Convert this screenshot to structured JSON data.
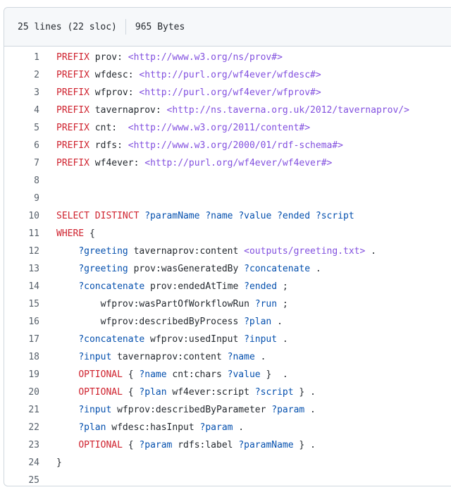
{
  "file_header": {
    "lines_label": "25 lines (22 sloc)",
    "size_label": "965 Bytes"
  },
  "code_lines": [
    {
      "n": "1",
      "tokens": [
        {
          "t": "PREFIX",
          "c": "kw"
        },
        {
          "t": " prov: "
        },
        {
          "t": "<http://www.w3.org/ns/prov#>",
          "c": "iri"
        }
      ]
    },
    {
      "n": "2",
      "tokens": [
        {
          "t": "PREFIX",
          "c": "kw"
        },
        {
          "t": " wfdesc: "
        },
        {
          "t": "<http://purl.org/wf4ever/wfdesc#>",
          "c": "iri"
        }
      ]
    },
    {
      "n": "3",
      "tokens": [
        {
          "t": "PREFIX",
          "c": "kw"
        },
        {
          "t": " wfprov: "
        },
        {
          "t": "<http://purl.org/wf4ever/wfprov#>",
          "c": "iri"
        }
      ]
    },
    {
      "n": "4",
      "tokens": [
        {
          "t": "PREFIX",
          "c": "kw"
        },
        {
          "t": " tavernaprov: "
        },
        {
          "t": "<http://ns.taverna.org.uk/2012/tavernaprov/>",
          "c": "iri"
        }
      ]
    },
    {
      "n": "5",
      "tokens": [
        {
          "t": "PREFIX",
          "c": "kw"
        },
        {
          "t": " cnt:  "
        },
        {
          "t": "<http://www.w3.org/2011/content#>",
          "c": "iri"
        }
      ]
    },
    {
      "n": "6",
      "tokens": [
        {
          "t": "PREFIX",
          "c": "kw"
        },
        {
          "t": " rdfs: "
        },
        {
          "t": "<http://www.w3.org/2000/01/rdf-schema#>",
          "c": "iri"
        }
      ]
    },
    {
      "n": "7",
      "tokens": [
        {
          "t": "PREFIX",
          "c": "kw"
        },
        {
          "t": " wf4ever: "
        },
        {
          "t": "<http://purl.org/wf4ever/wf4ever#>",
          "c": "iri"
        }
      ]
    },
    {
      "n": "8",
      "tokens": []
    },
    {
      "n": "9",
      "tokens": []
    },
    {
      "n": "10",
      "tokens": [
        {
          "t": "SELECT DISTINCT",
          "c": "kw"
        },
        {
          "t": " "
        },
        {
          "t": "?paramName",
          "c": "var"
        },
        {
          "t": " "
        },
        {
          "t": "?name",
          "c": "var"
        },
        {
          "t": " "
        },
        {
          "t": "?value",
          "c": "var"
        },
        {
          "t": " "
        },
        {
          "t": "?ended",
          "c": "var"
        },
        {
          "t": " "
        },
        {
          "t": "?script",
          "c": "var"
        }
      ]
    },
    {
      "n": "11",
      "tokens": [
        {
          "t": "WHERE",
          "c": "kw"
        },
        {
          "t": " {"
        }
      ]
    },
    {
      "n": "12",
      "tokens": [
        {
          "t": "    "
        },
        {
          "t": "?greeting",
          "c": "var"
        },
        {
          "t": " tavernaprov:content "
        },
        {
          "t": "<outputs/greeting.txt>",
          "c": "iri"
        },
        {
          "t": " ."
        }
      ]
    },
    {
      "n": "13",
      "tokens": [
        {
          "t": "    "
        },
        {
          "t": "?greeting",
          "c": "var"
        },
        {
          "t": " prov:wasGeneratedBy "
        },
        {
          "t": "?concatenate",
          "c": "var"
        },
        {
          "t": " ."
        }
      ]
    },
    {
      "n": "14",
      "tokens": [
        {
          "t": "    "
        },
        {
          "t": "?concatenate",
          "c": "var"
        },
        {
          "t": " prov:endedAtTime "
        },
        {
          "t": "?ended",
          "c": "var"
        },
        {
          "t": " ;"
        }
      ]
    },
    {
      "n": "15",
      "tokens": [
        {
          "t": "        wfprov:wasPartOfWorkflowRun "
        },
        {
          "t": "?run",
          "c": "var"
        },
        {
          "t": " ;"
        }
      ]
    },
    {
      "n": "16",
      "tokens": [
        {
          "t": "        wfprov:describedByProcess "
        },
        {
          "t": "?plan",
          "c": "var"
        },
        {
          "t": " ."
        }
      ]
    },
    {
      "n": "17",
      "tokens": [
        {
          "t": "    "
        },
        {
          "t": "?concatenate",
          "c": "var"
        },
        {
          "t": " wfprov:usedInput "
        },
        {
          "t": "?input",
          "c": "var"
        },
        {
          "t": " ."
        }
      ]
    },
    {
      "n": "18",
      "tokens": [
        {
          "t": "    "
        },
        {
          "t": "?input",
          "c": "var"
        },
        {
          "t": " tavernaprov:content "
        },
        {
          "t": "?name",
          "c": "var"
        },
        {
          "t": " ."
        }
      ]
    },
    {
      "n": "19",
      "tokens": [
        {
          "t": "    "
        },
        {
          "t": "OPTIONAL",
          "c": "kw"
        },
        {
          "t": " { "
        },
        {
          "t": "?name",
          "c": "var"
        },
        {
          "t": " cnt:chars "
        },
        {
          "t": "?value",
          "c": "var"
        },
        {
          "t": " }  ."
        }
      ]
    },
    {
      "n": "20",
      "tokens": [
        {
          "t": "    "
        },
        {
          "t": "OPTIONAL",
          "c": "kw"
        },
        {
          "t": " { "
        },
        {
          "t": "?plan",
          "c": "var"
        },
        {
          "t": " wf4ever:script "
        },
        {
          "t": "?script",
          "c": "var"
        },
        {
          "t": " } ."
        }
      ]
    },
    {
      "n": "21",
      "tokens": [
        {
          "t": "    "
        },
        {
          "t": "?input",
          "c": "var"
        },
        {
          "t": " wfprov:describedByParameter "
        },
        {
          "t": "?param",
          "c": "var"
        },
        {
          "t": " ."
        }
      ]
    },
    {
      "n": "22",
      "tokens": [
        {
          "t": "    "
        },
        {
          "t": "?plan",
          "c": "var"
        },
        {
          "t": " wfdesc:hasInput "
        },
        {
          "t": "?param",
          "c": "var"
        },
        {
          "t": " ."
        }
      ]
    },
    {
      "n": "23",
      "tokens": [
        {
          "t": "    "
        },
        {
          "t": "OPTIONAL",
          "c": "kw"
        },
        {
          "t": " { "
        },
        {
          "t": "?param",
          "c": "var"
        },
        {
          "t": " rdfs:label "
        },
        {
          "t": "?paramName",
          "c": "var"
        },
        {
          "t": " } ."
        }
      ]
    },
    {
      "n": "24",
      "tokens": [
        {
          "t": "}"
        }
      ]
    },
    {
      "n": "25",
      "tokens": []
    }
  ]
}
